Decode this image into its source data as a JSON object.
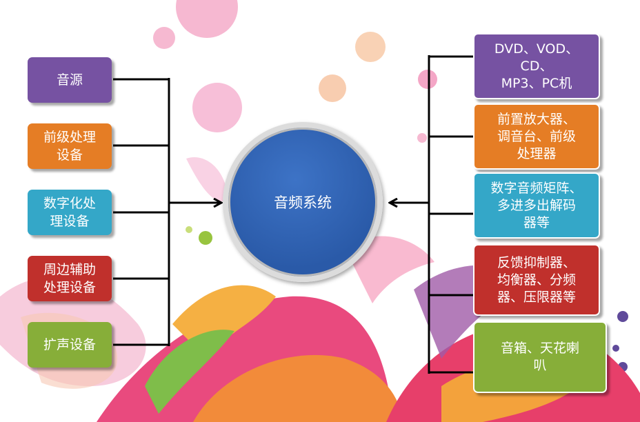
{
  "center": {
    "label": "音频系统"
  },
  "left_items": [
    {
      "label": "音源",
      "color": "#7652a2"
    },
    {
      "label": "前级处理\n设备",
      "color": "#e57d25"
    },
    {
      "label": "数字化处\n理设备",
      "color": "#34a7c8"
    },
    {
      "label": "周边辅助\n处理设备",
      "color": "#c0302c"
    },
    {
      "label": "扩声设备",
      "color": "#87ae39"
    }
  ],
  "right_items": [
    {
      "label": "DVD、VOD、CD、\nMP3、PC机",
      "color": "#7652a2"
    },
    {
      "label": "前置放大器、\n调音台、前级\n处理器",
      "color": "#e57d25"
    },
    {
      "label": "数字音频矩阵、\n多进多出解码\n器等",
      "color": "#34a7c8"
    },
    {
      "label": "反馈抑制器、\n均衡器、分频\n器、压限器等",
      "color": "#c0302c"
    },
    {
      "label": "音箱、天花喇\n叭",
      "color": "#87ae39"
    }
  ]
}
